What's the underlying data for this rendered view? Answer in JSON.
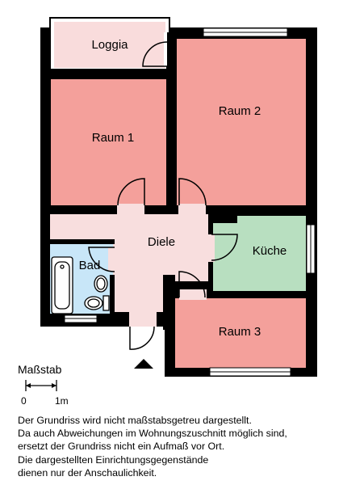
{
  "rooms": {
    "loggia": "Loggia",
    "raum1": "Raum 1",
    "raum2": "Raum 2",
    "raum3": "Raum 3",
    "diele": "Diele",
    "kueche": "Küche",
    "bad": "Bad"
  },
  "scale": {
    "title": "Maßstab",
    "zero": "0",
    "one": "1m"
  },
  "disclaimer": [
    "Der Grundriss wird nicht maßstabsgetreu dargestellt.",
    "Da auch Abweichungen im Wohnungszuschnitt möglich sind,",
    "ersetzt der Grundriss nicht ein Aufmaß vor Ort.",
    "Die dargestellten Einrichtungsgegenstände",
    "dienen nur der Anschaulichkeit."
  ],
  "colors": {
    "room_red": "#f4a09b",
    "loggia_pink": "#f9dcdc",
    "hall_pink": "#f8dede",
    "kitchen_green": "#b8dfc0",
    "bath_blue": "#c8e6f8",
    "wall": "#000000"
  }
}
